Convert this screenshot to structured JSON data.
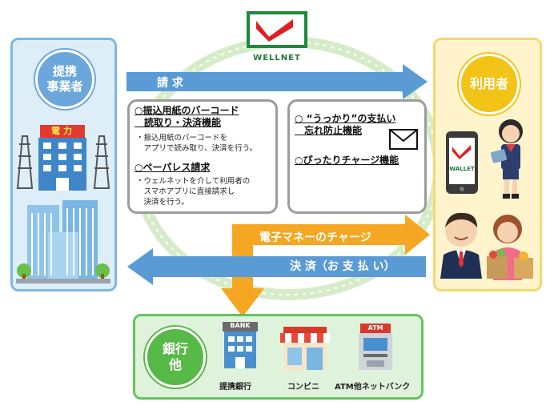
{
  "logo": {
    "text": "WELLNET"
  },
  "left": {
    "title": "提携事業者",
    "title_lines": [
      "提携",
      "事業者"
    ],
    "building_sign": "電力"
  },
  "right": {
    "title": "利用者",
    "phone_label": "WALLET"
  },
  "bottom": {
    "title_lines": [
      "銀行",
      "他"
    ],
    "title": "銀行他",
    "items": [
      {
        "label": "提携銀行",
        "sign": "BANK",
        "icon": "bank-icon"
      },
      {
        "label": "コンビニ",
        "icon": "convenience-store-icon"
      },
      {
        "label": "ATM他ネットバンク",
        "sign": "ATM",
        "icon": "atm-icon"
      }
    ]
  },
  "arrows": {
    "billing": "請 求",
    "charge": "電子マネーのチャージ",
    "payment": "決 済（お 支 払 い）"
  },
  "box1": {
    "f1_title_lines": [
      "○振込用紙のバーコード",
      "　読取り・決済機能"
    ],
    "f1_desc_lines": [
      "・振込用紙のバーコードを",
      "　アプリで読み取り、決済を行う。"
    ],
    "f2_title": "○ペーパレス請求",
    "f2_desc_lines": [
      "・ウェルネットを介して利用者の",
      "　スマホアプリに直接請求し",
      "　決済を行う。"
    ]
  },
  "box2": {
    "f1_title_lines": [
      "○ “うっかり”の支払い",
      "　忘れ防止機能"
    ],
    "f2_title": "○ぴったりチャージ機能"
  },
  "colors": {
    "blue": "#5b9bd5",
    "orange": "#f5a623",
    "green": "#57b947",
    "yellow": "#f3c418",
    "ring": "#c8e6b8"
  }
}
